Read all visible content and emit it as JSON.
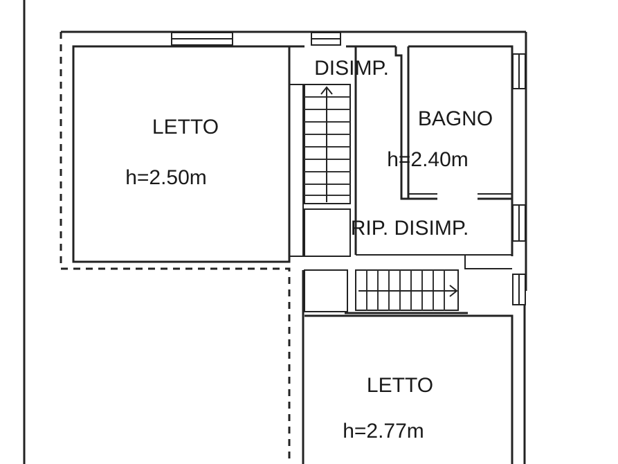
{
  "rooms": {
    "letto_left": {
      "name": "LETTO",
      "height": "h=2.50m"
    },
    "disimp": {
      "name": "DISIMP."
    },
    "bagno": {
      "name": "BAGNO",
      "height": "h=2.40m"
    },
    "rip_disimp": {
      "name": "RIP. DISIMP."
    },
    "letto_bottom": {
      "name": "LETTO",
      "height": "h=2.77m"
    }
  },
  "colors": {
    "line": "#222222",
    "background": "#ffffff"
  },
  "icons": [
    "stair-flight-vertical",
    "stair-flight-horizontal",
    "window"
  ]
}
